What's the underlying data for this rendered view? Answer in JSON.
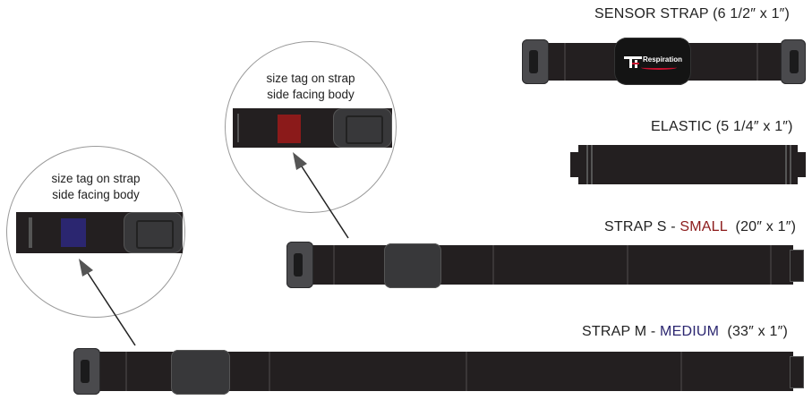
{
  "straps": {
    "sensor": {
      "label": "SENSOR STRAP (6 1/2″ x 1″)",
      "logo_text": "Respiration"
    },
    "elastic": {
      "label": "ELASTIC (5 1/4″ x 1″)"
    },
    "small": {
      "label_prefix": "STRAP S - ",
      "size_word": "SMALL",
      "label_suffix": "  (20″ x 1″)",
      "accent_color": "#8b1a1a"
    },
    "medium": {
      "label_prefix": "STRAP M - ",
      "size_word": "MEDIUM",
      "label_suffix": "  (33″ x 1″)",
      "accent_color": "#2b2670"
    }
  },
  "callouts": {
    "small": {
      "line1": "size tag on strap",
      "line2": "side facing body",
      "tag_color": "#8b1a1a"
    },
    "medium": {
      "line1": "size tag on strap",
      "line2": "side facing body",
      "tag_color": "#2b2670"
    }
  },
  "icons": [
    "arrow-icon",
    "buckle-icon",
    "sensor-logo-icon"
  ]
}
